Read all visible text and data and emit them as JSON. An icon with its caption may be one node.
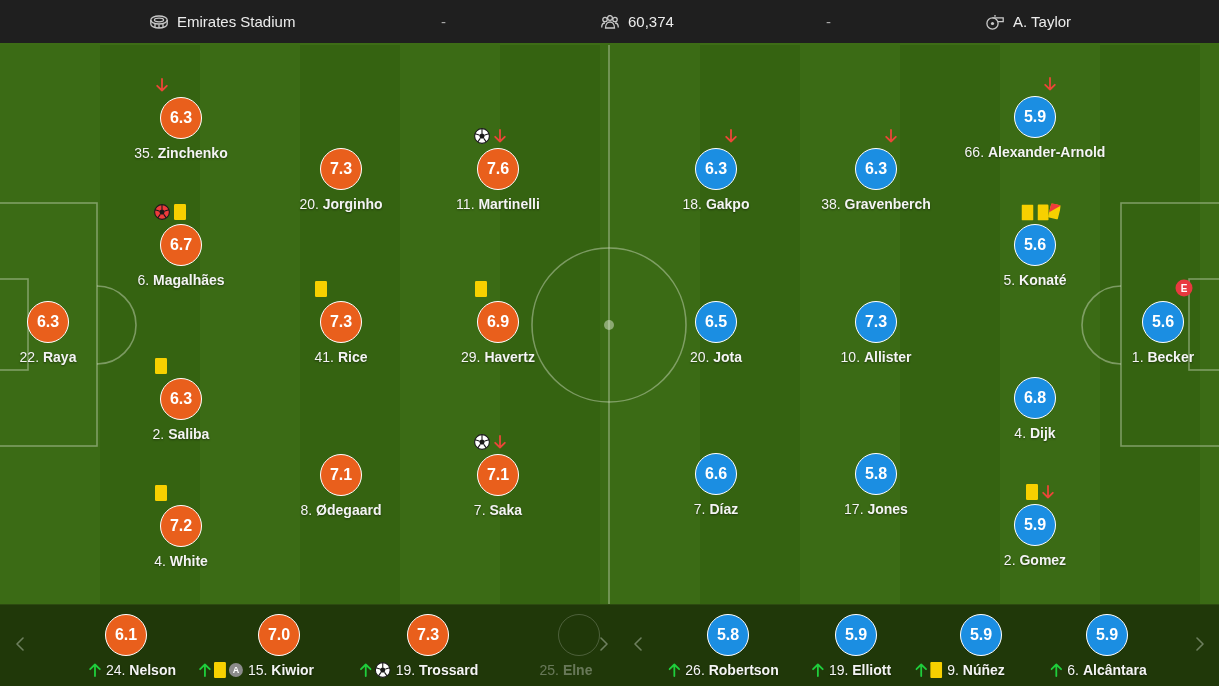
{
  "diagram": {
    "nodes": [
      {
        "text": [
          "6.3"
        ],
        "beside": [
          "22. **Raya**"
        ]
      },
      {
        "text": [
          "6.3"
        ],
        "beside": [
          "35. **Zinchenko**"
        ]
      },
      {
        "text": [
          "6.7"
        ],
        "beside": [
          "6. **Magalhães**"
        ]
      },
      {
        "text": [
          "6.3"
        ],
        "beside": [
          "2. **Saliba**"
        ]
      },
      {
        "text": [
          "7.2"
        ],
        "beside": [
          "4. **White**"
        ]
      },
      {
        "text": [
          "7.3"
        ],
        "beside": [
          "20. **Jorginho**"
        ]
      },
      {
        "text": [
          "7.3"
        ],
        "beside": [
          "41. **Rice**"
        ]
      },
      {
        "text": [
          "7.1"
        ],
        "beside": [
          "8. **Ødegaard**"
        ]
      },
      {
        "text": [
          "7.6"
        ],
        "beside": [
          "11. **Martinelli**"
        ]
      },
      {
        "text": [
          "6.9"
        ],
        "beside": [
          "29. **Havertz**"
        ]
      },
      {
        "text": [
          "7.1"
        ],
        "beside": [
          "7. **Saka**"
        ]
      },
      {
        "text": [
          "6.3"
        ],
        "beside": [
          "18. **Gakpo**"
        ]
      },
      {
        "text": [
          "6.5"
        ],
        "beside": [
          "20. **Jota**"
        ]
      },
      {
        "text": [
          "6.6"
        ],
        "beside": [
          "7. **Díaz**"
        ]
      },
      {
        "text": [
          "6.3"
        ],
        "beside": [
          "38. **Gravenberch**"
        ]
      },
      {
        "text": [
          "7.3"
        ],
        "beside": [
          "10. **Allister**"
        ]
      },
      {
        "text": [
          "5.8"
        ],
        "beside": [
          "17. **Jones**"
        ]
      },
      {
        "text": [
          "5.9"
        ],
        "beside": [
          "66. **Alexander-Arnold**"
        ]
      },
      {
        "text": [
          "5.6"
        ],
        "beside": [
          "5. **Konaté**"
        ]
      },
      {
        "text": [
          "6.8"
        ],
        "beside": [
          "4. **Dijk**"
        ]
      },
      {
        "text": [
          "5.9"
        ],
        "beside": [
          "2. **Gomez**"
        ]
      },
      {
        "text": [
          "5.6"
        ],
        "beside": [
          "1. **Becker**"
        ]
      },
      {
        "text": [
          "6.1"
        ],
        "beside": [
          "24. **Nelson**"
        ]
      },
      {
        "text": [
          "7.0"
        ],
        "beside": [
          "15. **Kiwior**"
        ]
      },
      {
        "text": [
          "7.3"
        ],
        "beside": [
          "19. **Trossard**"
        ]
      },
      {
        "text": [],
        "shape": "circle",
        "beside": [
          "25. **Elne**"
        ]
      },
      {
        "text": [
          "5.8"
        ],
        "beside": [
          "26. **Robertson**"
        ]
      },
      {
        "text": [
          "5.9"
        ],
        "beside": [
          "19. **Elliott**"
        ]
      },
      {
        "text": [
          "5.9"
        ],
        "beside": [
          "9. **Núñez**"
        ]
      },
      {
        "text": [
          "5.9"
        ],
        "beside": [
          "6. **Alcântara**"
        ]
      }
    ],
    "labels": [
      "Emirates Stadium",
      "-",
      "60,374",
      "-",
      "A. Taylor",
      "E",
      "A"
    ]
  }
}
